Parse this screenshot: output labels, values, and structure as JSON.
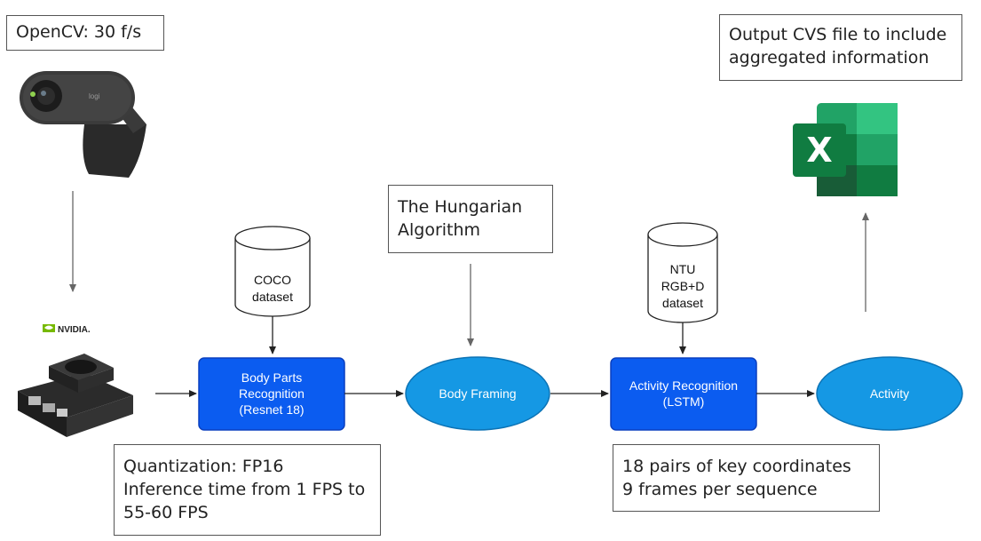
{
  "notes": {
    "opencv": "OpenCV: 30 f/s",
    "output_line1": "Output CVS file to include",
    "output_line2": "aggregated information",
    "hungarian_line1": "The Hungarian",
    "hungarian_line2": "Algorithm",
    "quant_line1": "Quantization: FP16",
    "quant_line2": "Inference time from 1 FPS to",
    "quant_line3": "55-60 FPS",
    "keypoints_line1": "18 pairs of  key coordinates",
    "keypoints_line2": "9 frames per sequence"
  },
  "datasets": {
    "coco_line1": "COCO",
    "coco_line2": "dataset",
    "ntu_line1": "NTU",
    "ntu_line2": "RGB+D",
    "ntu_line3": "dataset"
  },
  "process": {
    "body_parts_line1": "Body Parts",
    "body_parts_line2": "Recognition",
    "body_parts_line3": "(Resnet 18)",
    "body_framing": "Body Framing",
    "activity_recognition_line1": "Activity Recognition",
    "activity_recognition_line2": "(LSTM)",
    "activity": "Activity"
  },
  "logos": {
    "nvidia": "NVIDIA.",
    "webcam": "logi",
    "excel": "X"
  },
  "colors": {
    "process_box": "#0b5cf0",
    "ellipse": "#1598e4",
    "arrow": "#666666"
  }
}
